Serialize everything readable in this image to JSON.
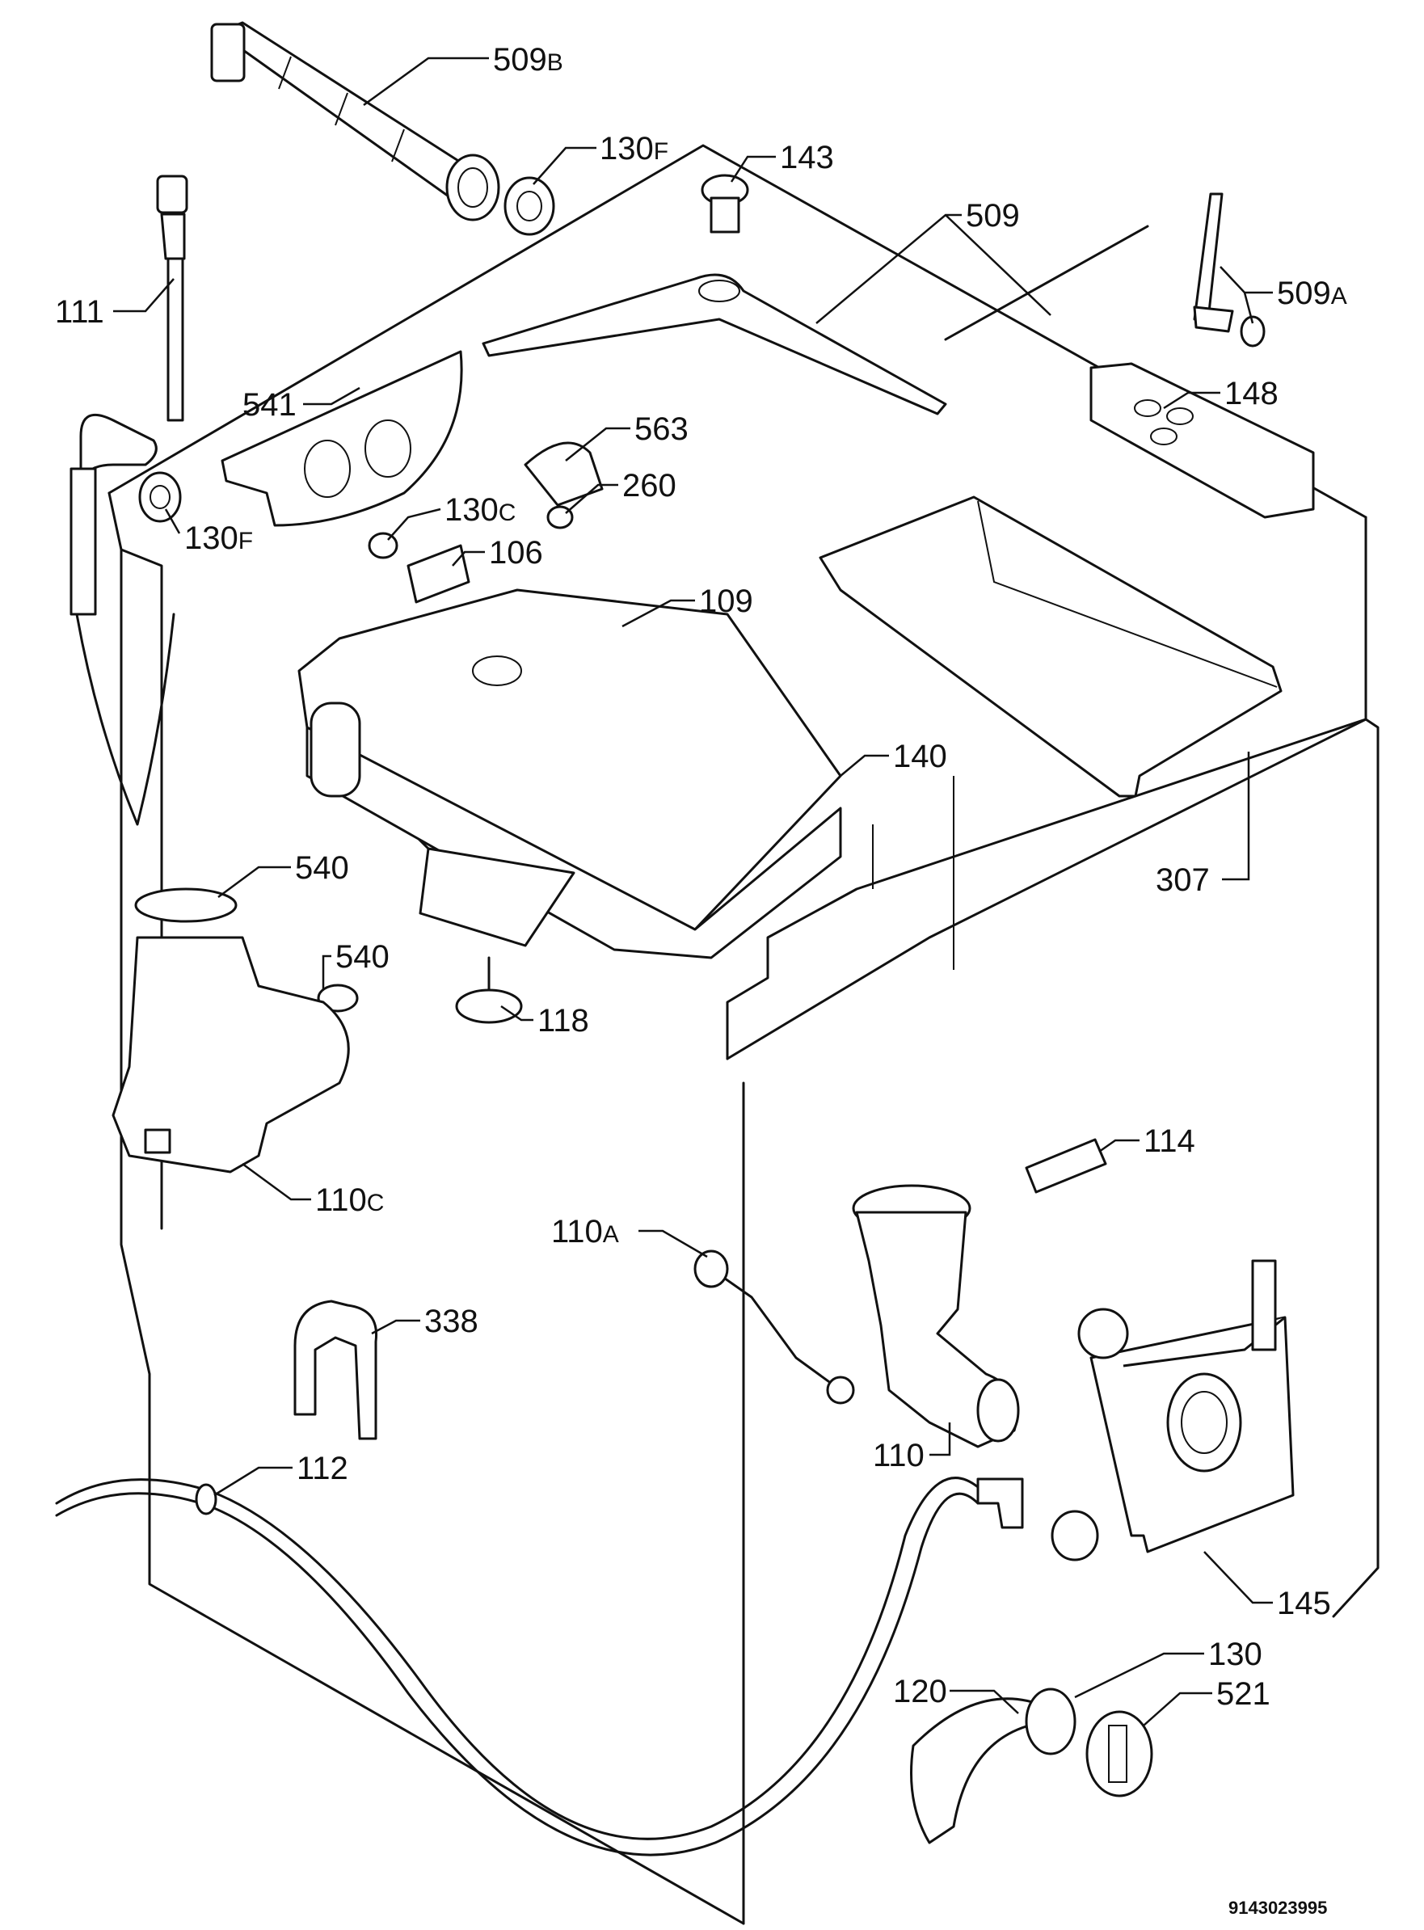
{
  "diagram": {
    "callouts": [
      {
        "id": "509b",
        "main": "509",
        "sfx": "B"
      },
      {
        "id": "130f-top",
        "main": "130",
        "sfx": "F"
      },
      {
        "id": "143",
        "main": "143",
        "sfx": ""
      },
      {
        "id": "509",
        "main": "509",
        "sfx": ""
      },
      {
        "id": "509a",
        "main": "509",
        "sfx": "A"
      },
      {
        "id": "111",
        "main": "111",
        "sfx": ""
      },
      {
        "id": "541",
        "main": "541",
        "sfx": ""
      },
      {
        "id": "563",
        "main": "563",
        "sfx": ""
      },
      {
        "id": "148",
        "main": "148",
        "sfx": ""
      },
      {
        "id": "260",
        "main": "260",
        "sfx": ""
      },
      {
        "id": "130f-left",
        "main": "130",
        "sfx": "F"
      },
      {
        "id": "130c",
        "main": "130",
        "sfx": "C"
      },
      {
        "id": "106",
        "main": "106",
        "sfx": ""
      },
      {
        "id": "109",
        "main": "109",
        "sfx": ""
      },
      {
        "id": "140",
        "main": "140",
        "sfx": ""
      },
      {
        "id": "540-a",
        "main": "540",
        "sfx": ""
      },
      {
        "id": "307",
        "main": "307",
        "sfx": ""
      },
      {
        "id": "540-b",
        "main": "540",
        "sfx": ""
      },
      {
        "id": "118",
        "main": "118",
        "sfx": ""
      },
      {
        "id": "114",
        "main": "114",
        "sfx": ""
      },
      {
        "id": "110c",
        "main": "110",
        "sfx": "C"
      },
      {
        "id": "110a",
        "main": "110",
        "sfx": "A"
      },
      {
        "id": "338",
        "main": "338",
        "sfx": ""
      },
      {
        "id": "110",
        "main": "110",
        "sfx": ""
      },
      {
        "id": "112",
        "main": "112",
        "sfx": ""
      },
      {
        "id": "145",
        "main": "145",
        "sfx": ""
      },
      {
        "id": "130",
        "main": "130",
        "sfx": ""
      },
      {
        "id": "120",
        "main": "120",
        "sfx": ""
      },
      {
        "id": "521",
        "main": "521",
        "sfx": ""
      }
    ],
    "document_number": "9143023995"
  }
}
